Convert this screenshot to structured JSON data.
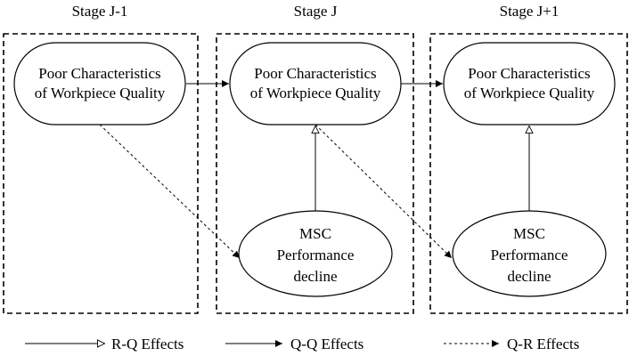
{
  "stages": [
    {
      "title": "Stage J-1",
      "quality_node": [
        "Poor Characteristics",
        "of Workpiece Quality"
      ],
      "msc_node": null
    },
    {
      "title": "Stage J",
      "quality_node": [
        "Poor Characteristics",
        "of Workpiece Quality"
      ],
      "msc_node": [
        "MSC",
        "Performance",
        "decline"
      ]
    },
    {
      "title": "Stage J+1",
      "quality_node": [
        "Poor Characteristics",
        "of Workpiece Quality"
      ],
      "msc_node": [
        "MSC",
        "Performance",
        "decline"
      ]
    }
  ],
  "edges": [
    {
      "from": "quality-0",
      "to": "quality-1",
      "type": "Q-Q"
    },
    {
      "from": "quality-1",
      "to": "quality-2",
      "type": "Q-Q"
    },
    {
      "from": "msc-1",
      "to": "quality-1",
      "type": "R-Q"
    },
    {
      "from": "msc-2",
      "to": "quality-2",
      "type": "R-Q"
    },
    {
      "from": "quality-0",
      "to": "msc-1",
      "type": "Q-R"
    },
    {
      "from": "quality-1",
      "to": "msc-2",
      "type": "Q-R"
    }
  ],
  "legend": [
    {
      "label": "R-Q Effects",
      "style": "hollow-arrow"
    },
    {
      "label": "Q-Q Effects",
      "style": "solid-arrow"
    },
    {
      "label": "Q-R Effects",
      "style": "dashed-arrow"
    }
  ]
}
